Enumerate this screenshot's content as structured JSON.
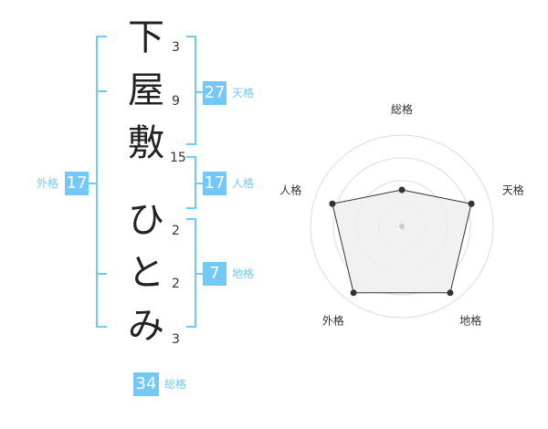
{
  "name_chars": [
    {
      "char": "下",
      "strokes": "3"
    },
    {
      "char": "屋",
      "strokes": "9"
    },
    {
      "char": "敷",
      "strokes": "15"
    },
    {
      "char": "ひ",
      "strokes": "2"
    },
    {
      "char": "と",
      "strokes": "2"
    },
    {
      "char": "み",
      "strokes": "3"
    }
  ],
  "fortunes": {
    "tenkaku": {
      "value": "27",
      "label": "天格"
    },
    "jinkaku": {
      "value": "17",
      "label": "人格"
    },
    "chikaku": {
      "value": "7",
      "label": "地格"
    },
    "gaikaku": {
      "value": "17",
      "label": "外格"
    },
    "soukaku": {
      "value": "34",
      "label": "総格"
    }
  },
  "colors": {
    "accent": "#74c8f5",
    "radar_fill": "#eeeeee",
    "radar_line": "#333333",
    "ring": "#dddddd"
  },
  "chart_data": {
    "type": "radar",
    "axes": [
      "総格",
      "天格",
      "地格",
      "外格",
      "人格"
    ],
    "values": [
      0.4,
      0.8,
      0.9,
      0.9,
      0.8
    ],
    "range": [
      0,
      1
    ],
    "rings": 4
  }
}
